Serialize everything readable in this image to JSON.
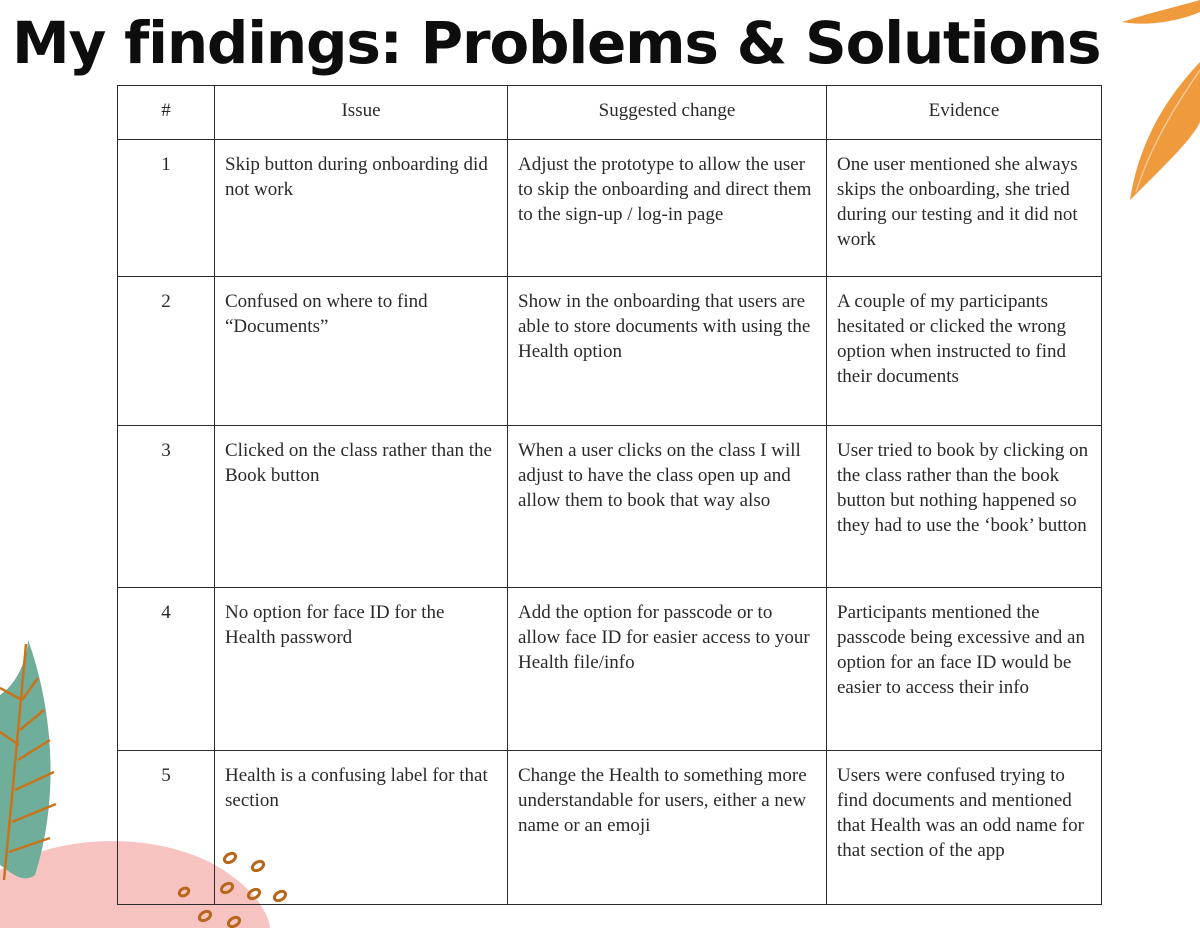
{
  "title": "My findings: Problems & Solutions",
  "table": {
    "headers": [
      "#",
      "Issue",
      "Suggested change",
      "Evidence"
    ],
    "rows": [
      {
        "num": "1",
        "issue": "Skip button during onboarding did not work",
        "change": "Adjust the prototype to allow the user to skip the onboarding and direct them to the sign-up / log-in page",
        "evidence": "One user mentioned she always skips the onboarding, she tried during our testing and it did not work"
      },
      {
        "num": "2",
        "issue": "Confused on where to find “Documents”",
        "change": "Show in the onboarding that users are able to store documents with using the Health option",
        "evidence": "A couple of my participants hesitated or clicked the wrong option when instructed to find their documents"
      },
      {
        "num": "3",
        "issue": "Clicked on the class rather than the Book button",
        "change": "When a user clicks on the class I will adjust to have the class open up and allow them to book that way also",
        "evidence": "User tried to book by clicking on the class rather than the book button but nothing happened so they had to use the ‘book’ button"
      },
      {
        "num": "4",
        "issue": "No option for face ID for the Health password",
        "change": "Add the option for passcode or to allow face ID for easier access to your Health file/info",
        "evidence": "Participants mentioned the passcode being excessive and an option for an face ID would be easier to access their info"
      },
      {
        "num": "5",
        "issue": "Health is a confusing label for that section",
        "change": "Change the Health to something more understandable for users, either a new name or an emoji",
        "evidence": "Users were confused trying to find documents and mentioned that Health was an odd name for that section of the app"
      }
    ]
  },
  "colors": {
    "leaf_orange": "#ee9a3d",
    "leaf_teal": "#6fae9a",
    "leaf_vein": "#c9741a",
    "blob_pink": "#f7c3c0",
    "seed_brown": "#b8661a",
    "text": "#2a2a2a",
    "title": "#0d0d0d"
  },
  "decorations": [
    "orange-leaf-icon",
    "teal-leaf-icon",
    "pink-blob",
    "seed-dots-icon"
  ]
}
